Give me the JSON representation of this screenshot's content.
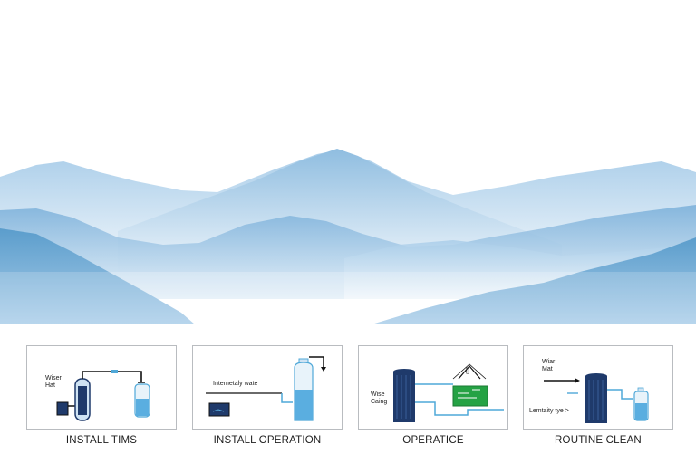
{
  "panels": [
    {
      "caption": "INSTALL TIMS",
      "labels": [
        "Wiser\nHat"
      ]
    },
    {
      "caption": "INSTALL OPERATION",
      "labels": [
        "Internetaly wate"
      ]
    },
    {
      "caption": "OPERATICE",
      "labels": [
        "Wise\nCaing",
        "[]"
      ]
    },
    {
      "caption": "ROUTINE CLEAN",
      "labels": [
        "Wiar\nMat",
        "Lemtaity tye >"
      ]
    }
  ],
  "colors": {
    "sky": "#ffffff",
    "mountain_light": "#c9dff0",
    "mountain_mid": "#8fbde0",
    "mountain_dark": "#5b9dcc",
    "tank_dark": "#1f3a6b",
    "water": "#5aaee0",
    "pipe": "#1a1a1a",
    "blue_pipe": "#4fa8d8",
    "panel_green": "#25a244"
  }
}
